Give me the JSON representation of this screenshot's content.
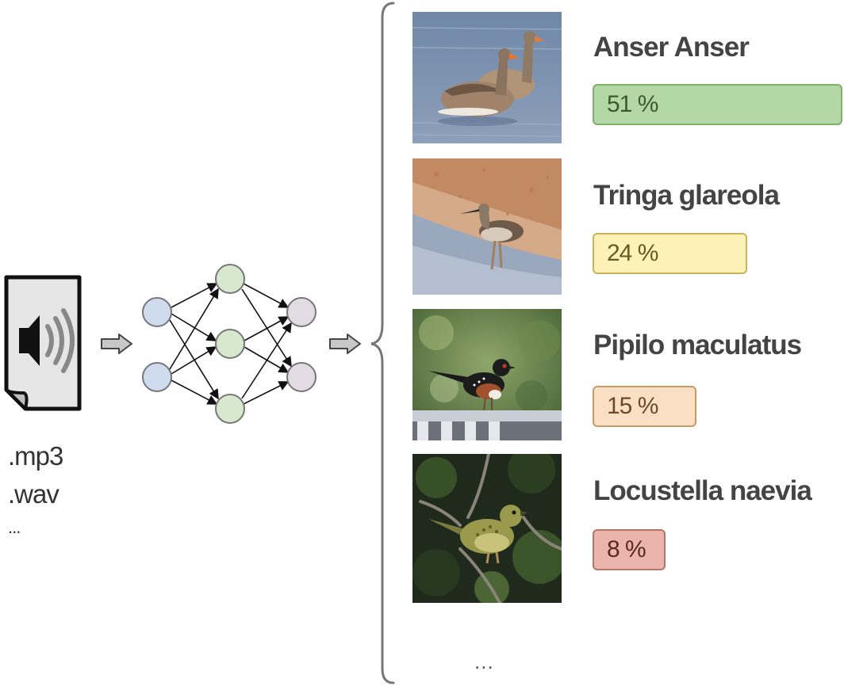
{
  "input": {
    "formats": [
      ".mp3",
      ".wav"
    ],
    "more": "..."
  },
  "results": [
    {
      "species": "Anser Anser",
      "percent_label": "51 %",
      "percent": 51,
      "color": "#b4d7a6",
      "photo": "greylag-goose-photo"
    },
    {
      "species": "Tringa glareola",
      "percent_label": "24 %",
      "percent": 24,
      "color": "#fdf1b8",
      "photo": "wood-sandpiper-photo"
    },
    {
      "species": "Pipilo maculatus",
      "percent_label": "15 %",
      "percent": 15,
      "color": "#fbdfc4",
      "photo": "spotted-towhee-photo"
    },
    {
      "species": "Locustella naevia",
      "percent_label": "8 %",
      "percent": 8,
      "color": "#eab5ad",
      "photo": "grasshopper-warbler-photo"
    }
  ],
  "more_results": "...",
  "colors": {
    "input_nodes": "#cfdcf0",
    "hidden_nodes": "#d8e8cf",
    "output_nodes": "#e2dbe3",
    "arrow_fill": "#c8c8c8"
  }
}
